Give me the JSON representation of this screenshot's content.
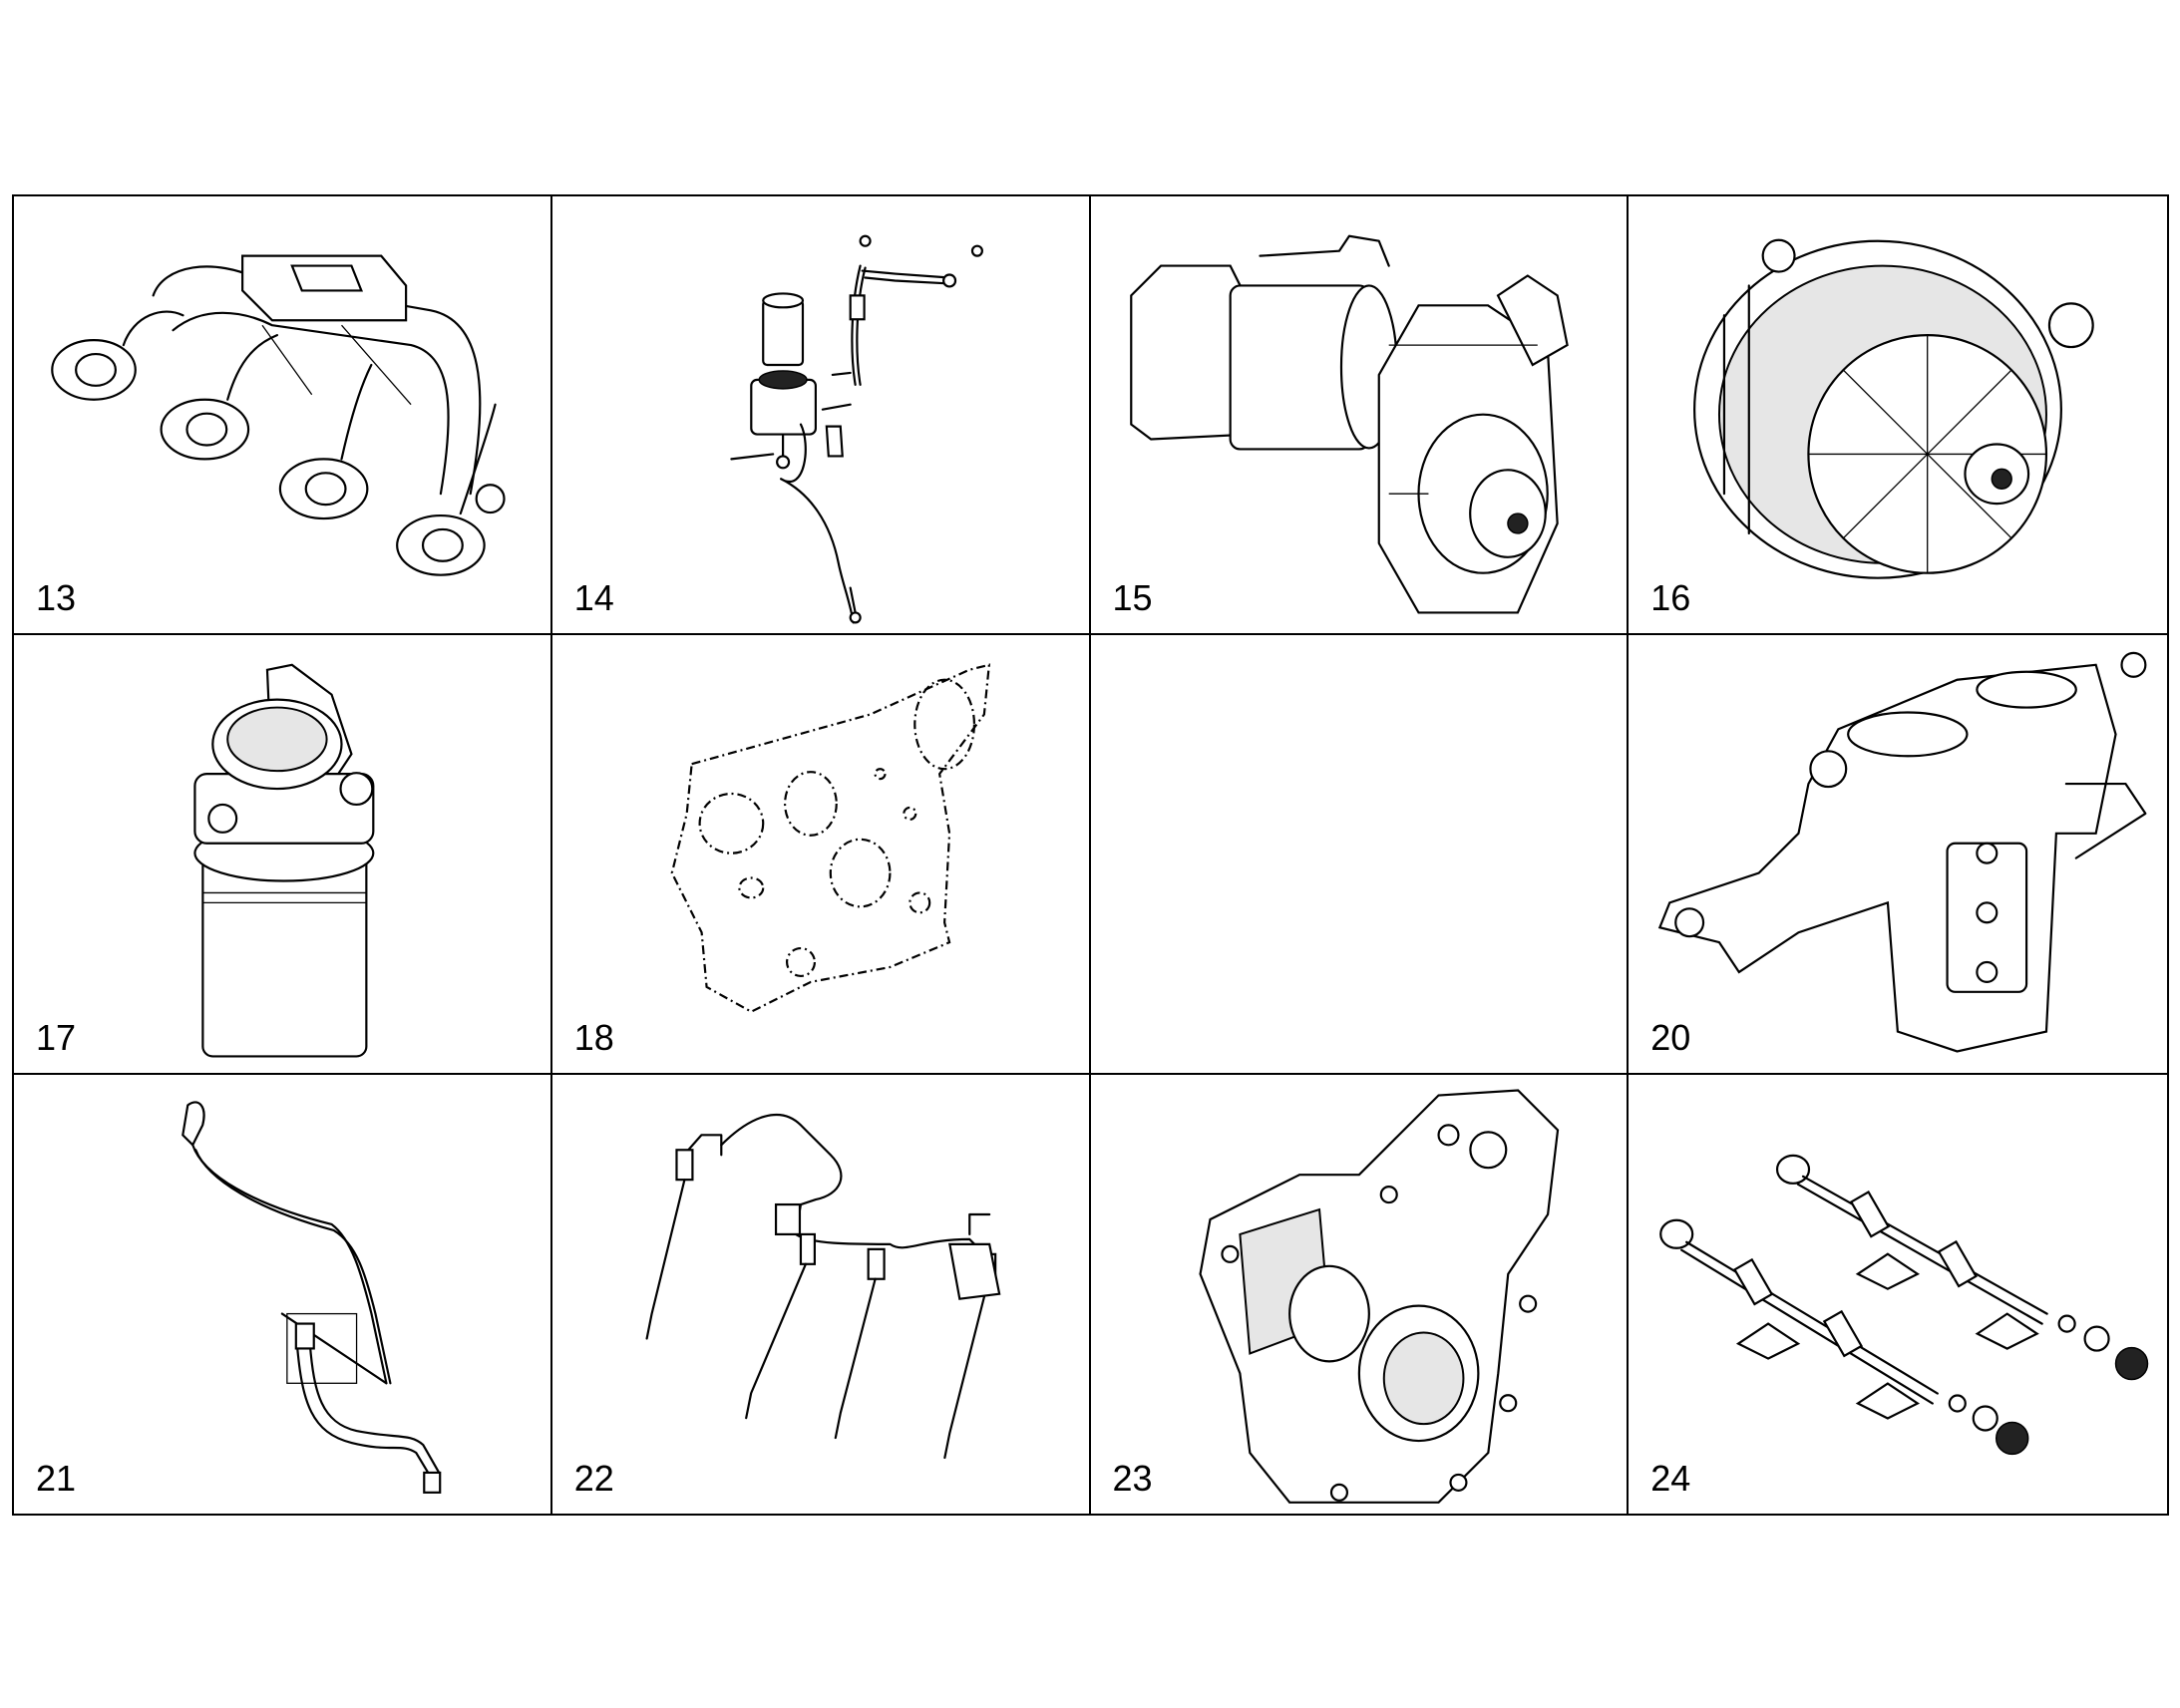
{
  "panels": [
    {
      "number": "13",
      "part_icon": "exhaust-manifold"
    },
    {
      "number": "14",
      "part_icon": "fuel-filter-kit"
    },
    {
      "number": "15",
      "part_icon": "starter-motor"
    },
    {
      "number": "16",
      "part_icon": "alternator"
    },
    {
      "number": "17",
      "part_icon": "fuel-filter"
    },
    {
      "number": "18",
      "part_icon": "gasket"
    },
    {
      "number": "",
      "part_icon": "empty"
    },
    {
      "number": "20",
      "part_icon": "engine-mount-bracket"
    },
    {
      "number": "21",
      "part_icon": "oil-dipstick"
    },
    {
      "number": "22",
      "part_icon": "glow-plug-harness"
    },
    {
      "number": "23",
      "part_icon": "timing-cover"
    },
    {
      "number": "24",
      "part_icon": "balancer-shafts"
    }
  ]
}
